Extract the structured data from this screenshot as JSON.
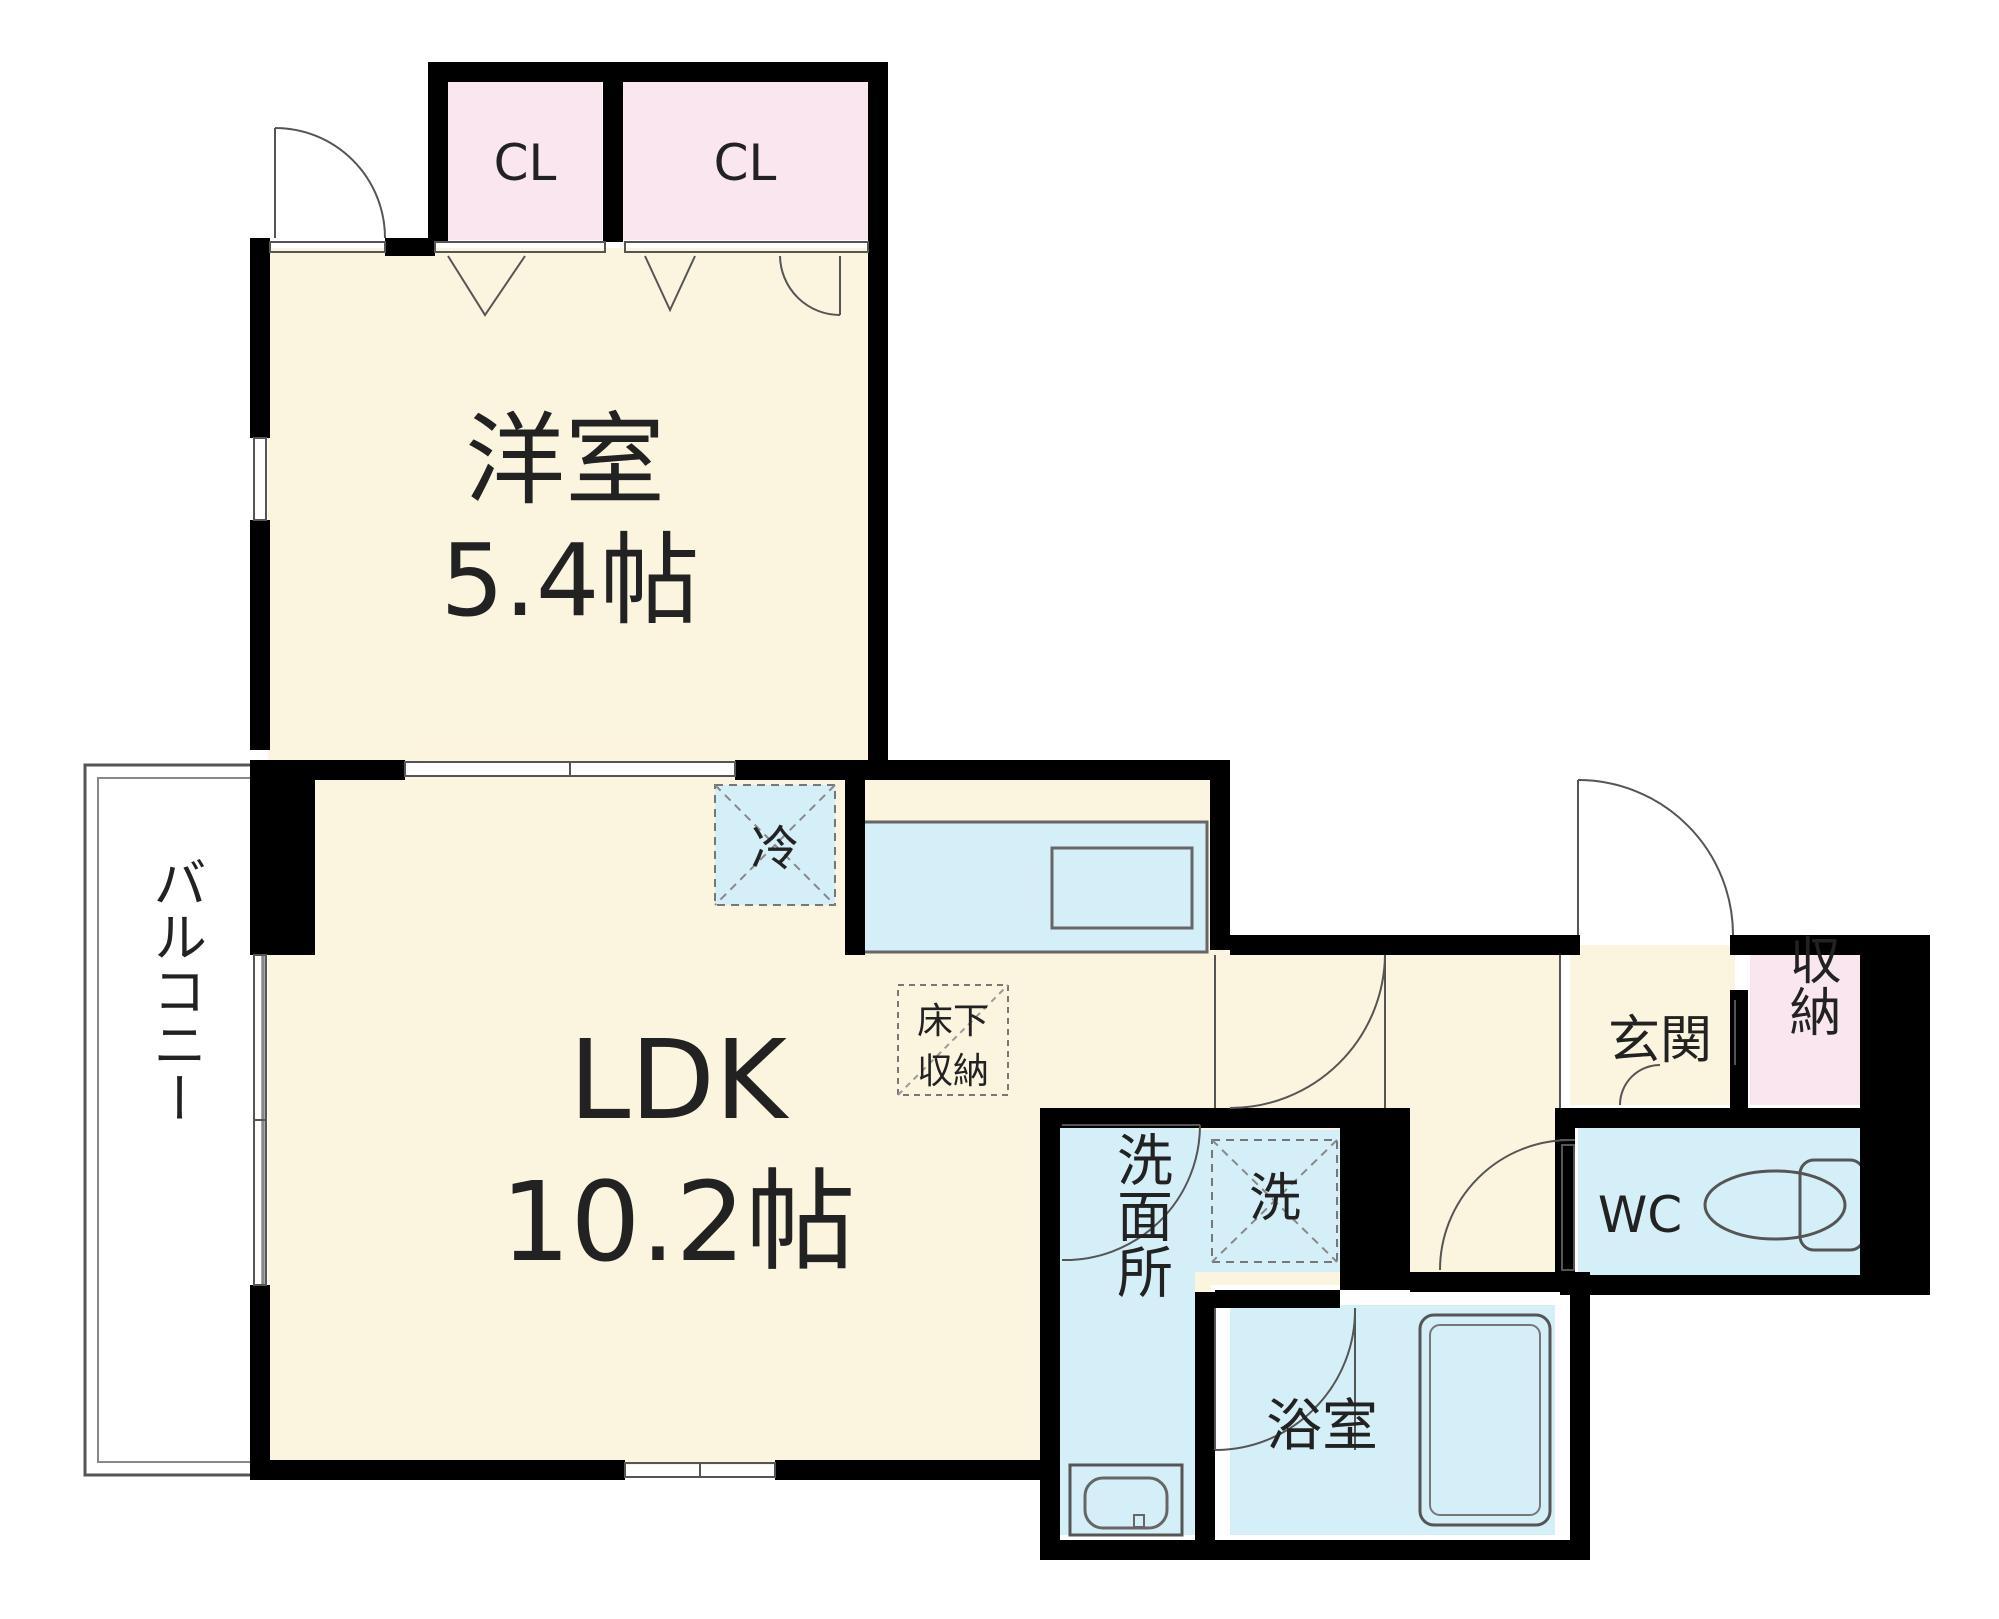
{
  "colors": {
    "wall": "#000000",
    "western_room_floor": "#FBF4DE",
    "ldk_floor": "#FBF4DE",
    "closet_fill": "#F9E6EF",
    "wet_area_fill": "#D5EFF9",
    "balcony_fill": "#FFFFFF",
    "line": "#555555"
  },
  "rooms": {
    "western_room": {
      "name": "洋室",
      "size": "5.4帖"
    },
    "ldk": {
      "name": "LDK",
      "size": "10.2帖"
    },
    "closet_1": {
      "label": "CL"
    },
    "closet_2": {
      "label": "CL"
    },
    "balcony": {
      "label": "バルコニー"
    },
    "refrigerator": {
      "label": "冷"
    },
    "underfloor_storage": {
      "line1": "床下",
      "line2": "収納"
    },
    "washer": {
      "label": "洗"
    },
    "washroom": {
      "label": "洗面所"
    },
    "bathroom": {
      "label": "浴室"
    },
    "entrance": {
      "label": "玄関"
    },
    "storage": {
      "label": "収納"
    },
    "toilet": {
      "label": "WC"
    }
  }
}
